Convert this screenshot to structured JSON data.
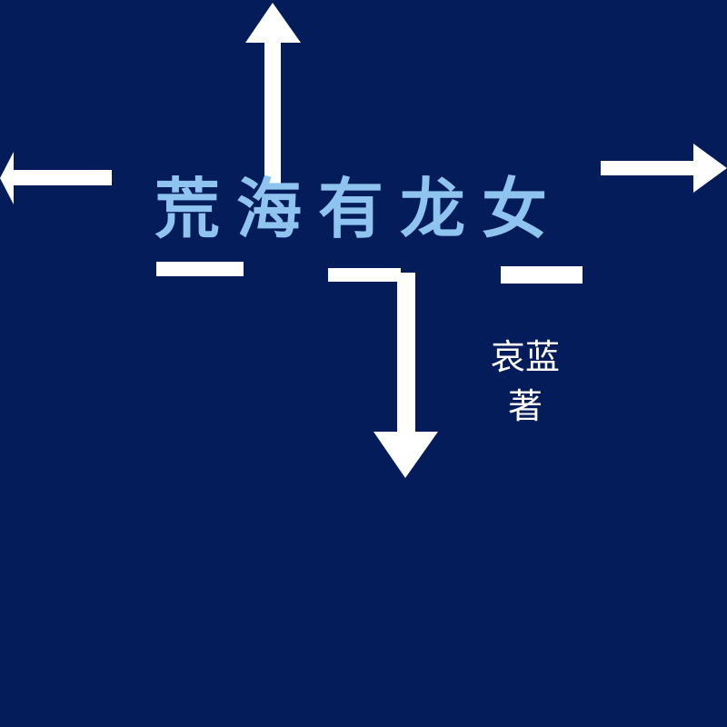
{
  "cover": {
    "title": "荒海有龙女",
    "author_line1": "哀蓝",
    "author_line2": "著",
    "colors": {
      "background": "#041c5a",
      "title": "#8fc3f0",
      "shapes": "#ffffff"
    }
  }
}
